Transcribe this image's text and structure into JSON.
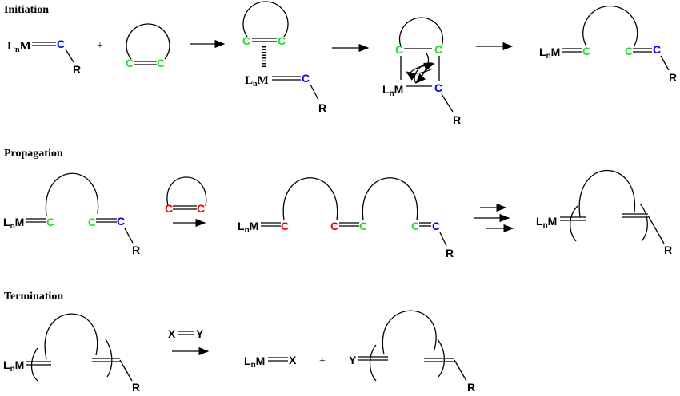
{
  "sections": {
    "initiation": "Initiation",
    "propagation": "Propagation",
    "termination": "Termination"
  },
  "labels": {
    "L": "L",
    "n": "n",
    "M": "M",
    "C": "C",
    "R": "R",
    "X": "X",
    "Y": "Y",
    "plus": "+"
  },
  "colors": {
    "catalyst_carbon": "#0000ee",
    "first_monomer_carbon": "#22dd22",
    "second_monomer_carbon": "#ee0000"
  }
}
